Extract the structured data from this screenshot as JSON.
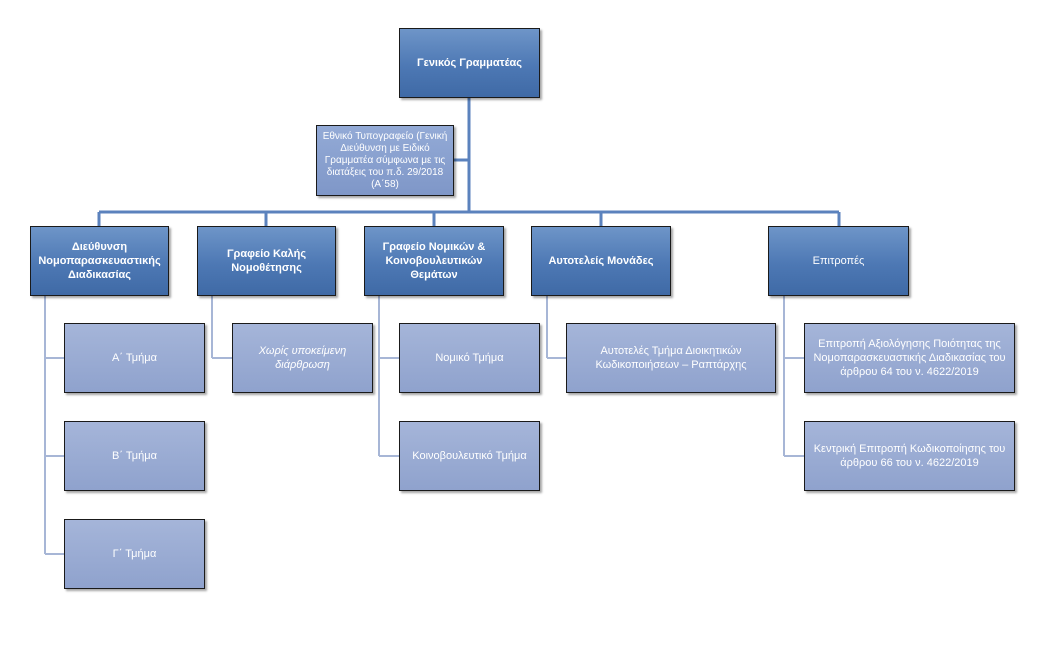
{
  "root": {
    "label": "Γενικός Γραμματέας"
  },
  "assistant": {
    "label": "Εθνικό Τυπογραφείο (Γενική Διεύθυνση με Ειδικό Γραμματέα σύμφωνα με τις διατάξεις του π.δ. 29/2018 (Α΄58)"
  },
  "departments": [
    {
      "label": "Διεύθυνση Νομοπαρασκευαστικής Διαδικασίας",
      "children": [
        "Α΄ Τμήμα",
        "Β΄ Τμήμα",
        "Γ΄ Τμήμα"
      ]
    },
    {
      "label": "Γραφείο Καλής Νομοθέτησης",
      "children": [
        "Χωρίς υποκείμενη διάρθρωση"
      ]
    },
    {
      "label": "Γραφείο Νομικών & Κοινοβουλευτικών Θεμάτων",
      "children": [
        "Νομικό Τμήμα",
        "Κοινοβουλευτικό Τμήμα"
      ]
    },
    {
      "label": "Αυτοτελείς Μονάδες",
      "children": [
        "Αυτοτελές Τμήμα Διοικητικών Κωδικοποιήσεων – Ραπτάρχης"
      ]
    },
    {
      "label": "Επιτροπές",
      "children": [
        "Επιτροπή Αξιολόγησης Ποιότητας της Νομοπαρασκευαστικής Διαδικασίας του άρθρου 64 του ν. 4622/2019",
        "Κεντρική Επιτροπή Κωδικοποίησης του άρθρου 66 του ν. 4622/2019"
      ]
    }
  ]
}
